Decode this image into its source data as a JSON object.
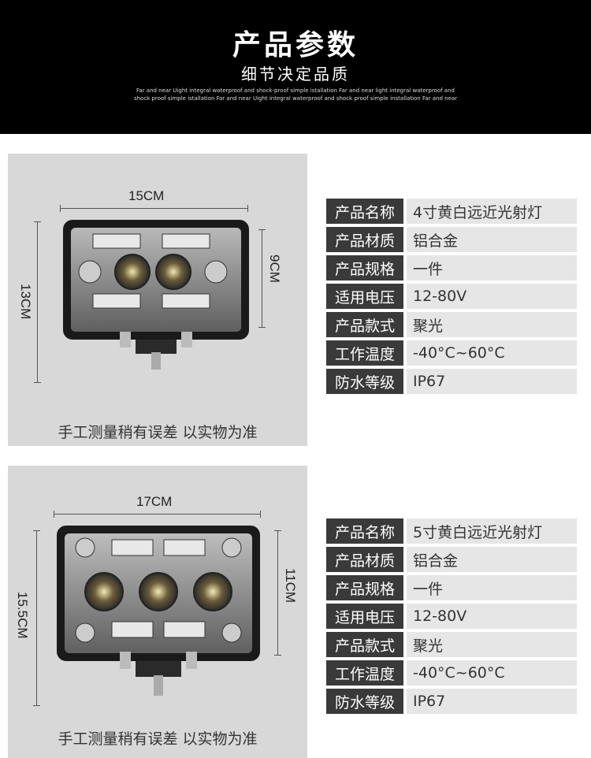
{
  "header": {
    "title": "产品参数",
    "subtitle": "细节决定品质",
    "fine_print": "Far and near Uight integral waterproof and shock-proof simple istallation Far and near light integral waterproof and shock proof simple istallation Far and near Uight integral waterproof and shock proof simple installation Far and near"
  },
  "products": [
    {
      "width_label": "15CM",
      "height_label": "13CM",
      "lens_height_label": "9CM",
      "note": "手工测量稍有误差 以实物为准",
      "specs": [
        {
          "key": "产品名称",
          "value": "4寸黄白远近光射灯"
        },
        {
          "key": "产品材质",
          "value": "铝合金"
        },
        {
          "key": "产品规格",
          "value": "一件"
        },
        {
          "key": "适用电压",
          "value": "12-80V"
        },
        {
          "key": "产品款式",
          "value": "聚光"
        },
        {
          "key": "工作温度",
          "value": "-40°C~60°C"
        },
        {
          "key": "防水等级",
          "value": "IP67"
        }
      ]
    },
    {
      "width_label": "17CM",
      "height_label": "15.5CM",
      "lens_height_label": "11CM",
      "note": "手工测量稍有误差 以实物为准",
      "specs": [
        {
          "key": "产品名称",
          "value": "5寸黄白远近光射灯"
        },
        {
          "key": "产品材质",
          "value": "铝合金"
        },
        {
          "key": "产品规格",
          "value": "一件"
        },
        {
          "key": "适用电压",
          "value": "12-80V"
        },
        {
          "key": "产品款式",
          "value": "聚光"
        },
        {
          "key": "工作温度",
          "value": "-40°C~60°C"
        },
        {
          "key": "防水等级",
          "value": "IP67"
        }
      ]
    }
  ]
}
